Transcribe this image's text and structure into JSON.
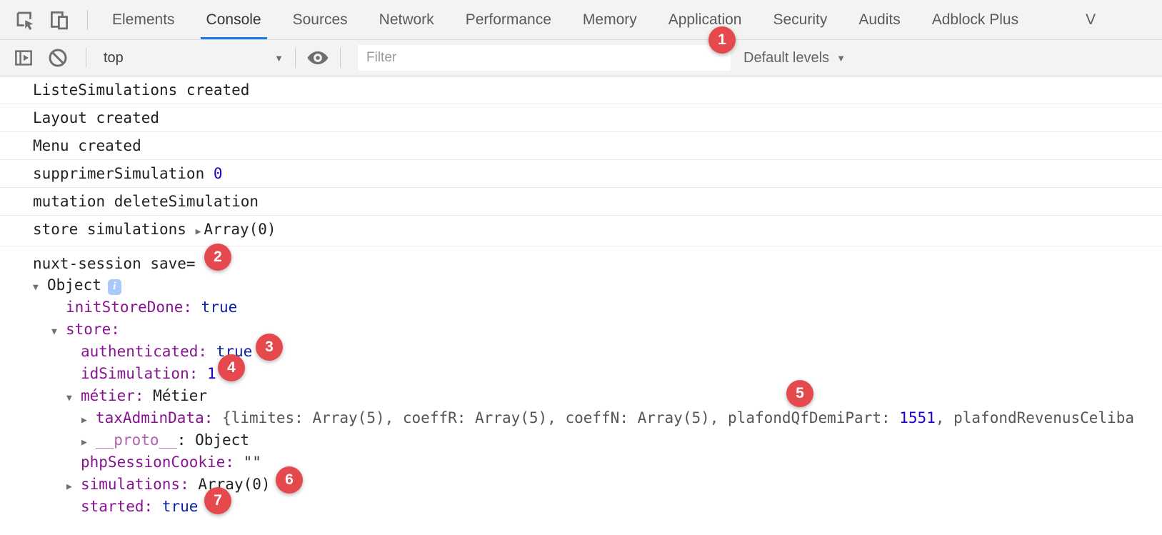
{
  "tabbar": {
    "tabs": [
      "Elements",
      "Console",
      "Sources",
      "Network",
      "Performance",
      "Memory",
      "Application",
      "Security",
      "Audits",
      "Adblock Plus",
      "V"
    ],
    "active_tab": "Console"
  },
  "toolbar": {
    "context": "top",
    "dropdown_arrow": "▼",
    "filter_placeholder": "Filter",
    "levels": "Default levels"
  },
  "icons": {
    "inspect": "inspect-cursor-icon",
    "device": "device-toolbar-icon",
    "sidebar": "console-sidebar-icon",
    "clear": "clear-console-icon",
    "eye": "live-expression-eye-icon",
    "object_info": "info-icon"
  },
  "console": {
    "messages": [
      {
        "text": "ListeSimulations created"
      },
      {
        "text": "Layout created"
      },
      {
        "text": "Menu created"
      },
      {
        "text": "supprimerSimulation ",
        "number": "0"
      },
      {
        "text": "mutation deleteSimulation"
      },
      {
        "text": "store simulations ",
        "arrow": "▶",
        "value": "Array(0)"
      },
      {
        "text": "nuxt-session save="
      }
    ],
    "tree": {
      "rows": [
        {
          "arrow": "▼",
          "label": "Object",
          "info": "i"
        },
        {
          "key": "initStoreDone:",
          "bool": "true"
        },
        {
          "arrow": "▼",
          "key": "store:"
        },
        {
          "key": "authenticated:",
          "bool": "true"
        },
        {
          "key": "idSimulation:",
          "number": "1"
        },
        {
          "arrow": "▼",
          "key": "métier:",
          "plain": "Métier"
        },
        {
          "arrow": "▶",
          "key": "taxAdminData:",
          "preview_pre": "{limites: Array(5), coeffR: Array(5), coeffN: Array(5), plafondQfDemiPart: ",
          "preview_num": "1551",
          "preview_post": ", plafondRevenusCeliba"
        },
        {
          "arrow": "▶",
          "key_dim": "__proto__",
          "colon": ":",
          "plain": "Object"
        },
        {
          "key": "phpSessionCookie:",
          "string": "\"\""
        },
        {
          "arrow": "▶",
          "key": "simulations:",
          "plain": "Array(0)"
        },
        {
          "key": "started:",
          "bool": "true"
        }
      ]
    }
  },
  "badges": [
    "1",
    "2",
    "3",
    "4",
    "5",
    "6",
    "7"
  ]
}
